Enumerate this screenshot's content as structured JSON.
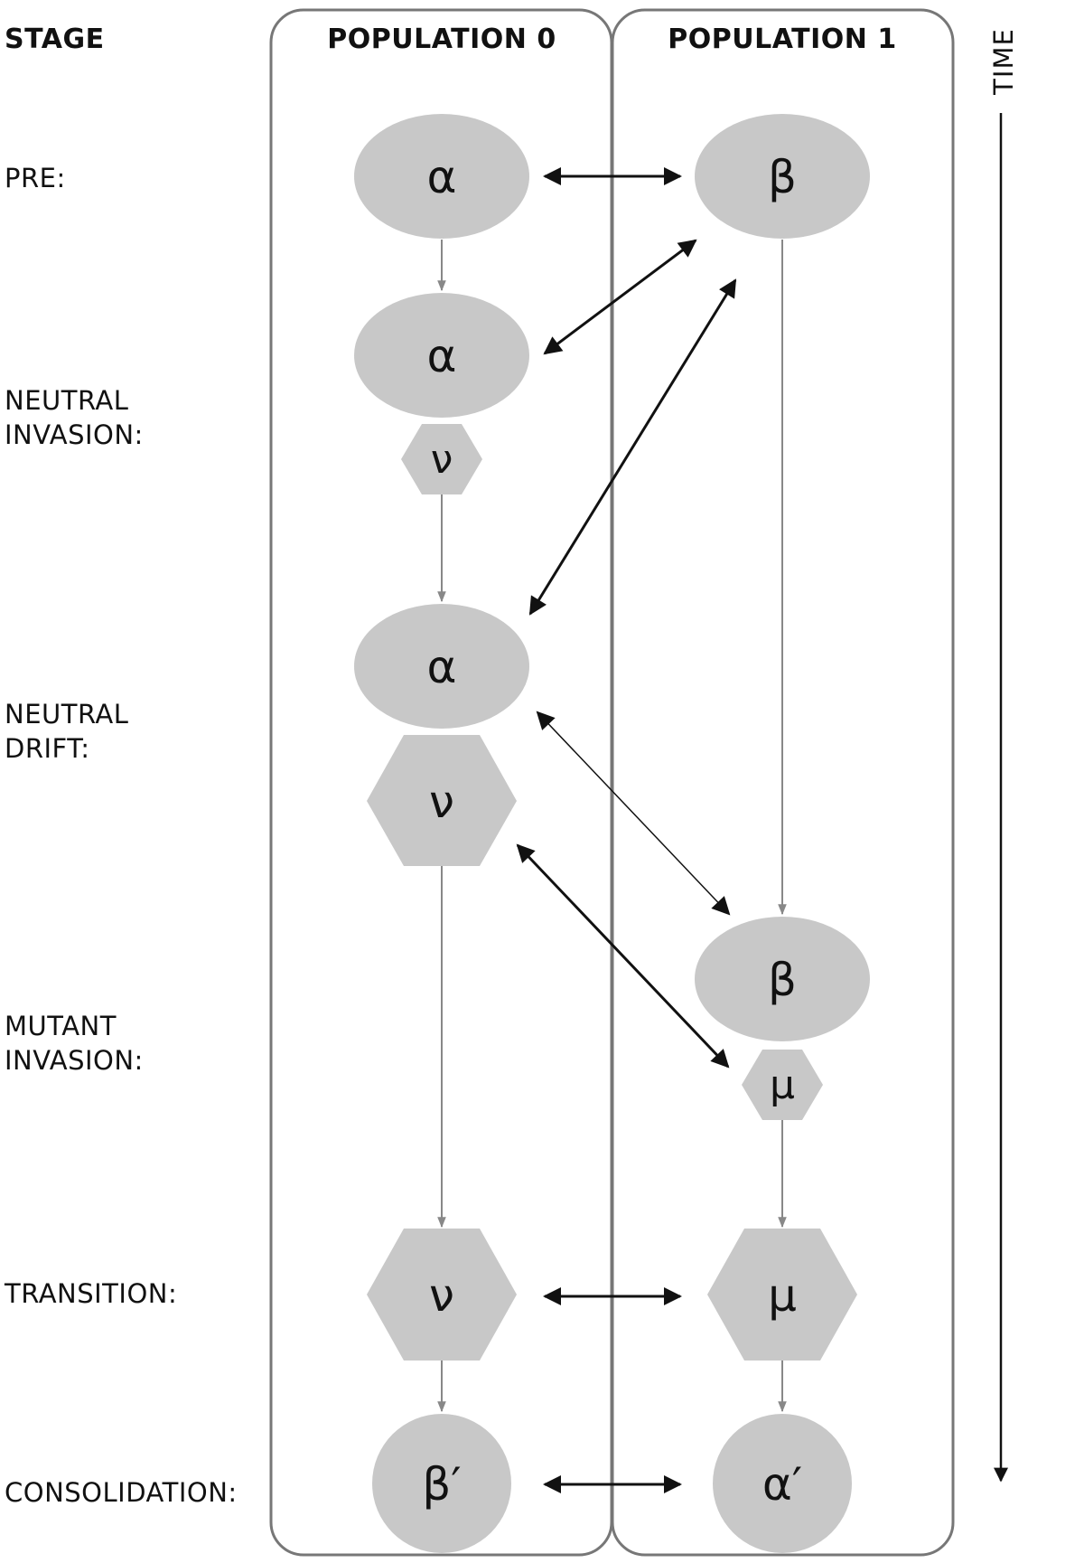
{
  "headers": {
    "stage": "STAGE",
    "population0": "POPULATION 0",
    "population1": "POPULATION 1",
    "time": "TIME"
  },
  "stages": {
    "pre": [
      "PRE:"
    ],
    "neutral_invasion": [
      "NEUTRAL",
      "INVASION:"
    ],
    "neutral_drift": [
      "NEUTRAL",
      "DRIFT:"
    ],
    "mutant_invasion": [
      "MUTANT",
      "INVASION:"
    ],
    "transition": [
      "TRANSITION:"
    ],
    "consolidation": [
      "CONSOLIDATION:"
    ]
  },
  "nodes": {
    "pre_p0": "α",
    "pre_p1": "β",
    "ni_p0_alpha": "α",
    "ni_p0_nu": "ν",
    "nd_p0_alpha": "α",
    "nd_p0_nu": "ν",
    "mi_p1_beta": "β",
    "mi_p1_mu": "μ",
    "tr_p0_nu": "ν",
    "tr_p1_mu": "μ",
    "co_p0": "β′",
    "co_p1": "α′"
  },
  "colors": {
    "node_fill": "#c8c8c8",
    "panel_stroke": "#777777",
    "lineage_arrow": "#888888",
    "interaction_arrow": "#111111"
  }
}
